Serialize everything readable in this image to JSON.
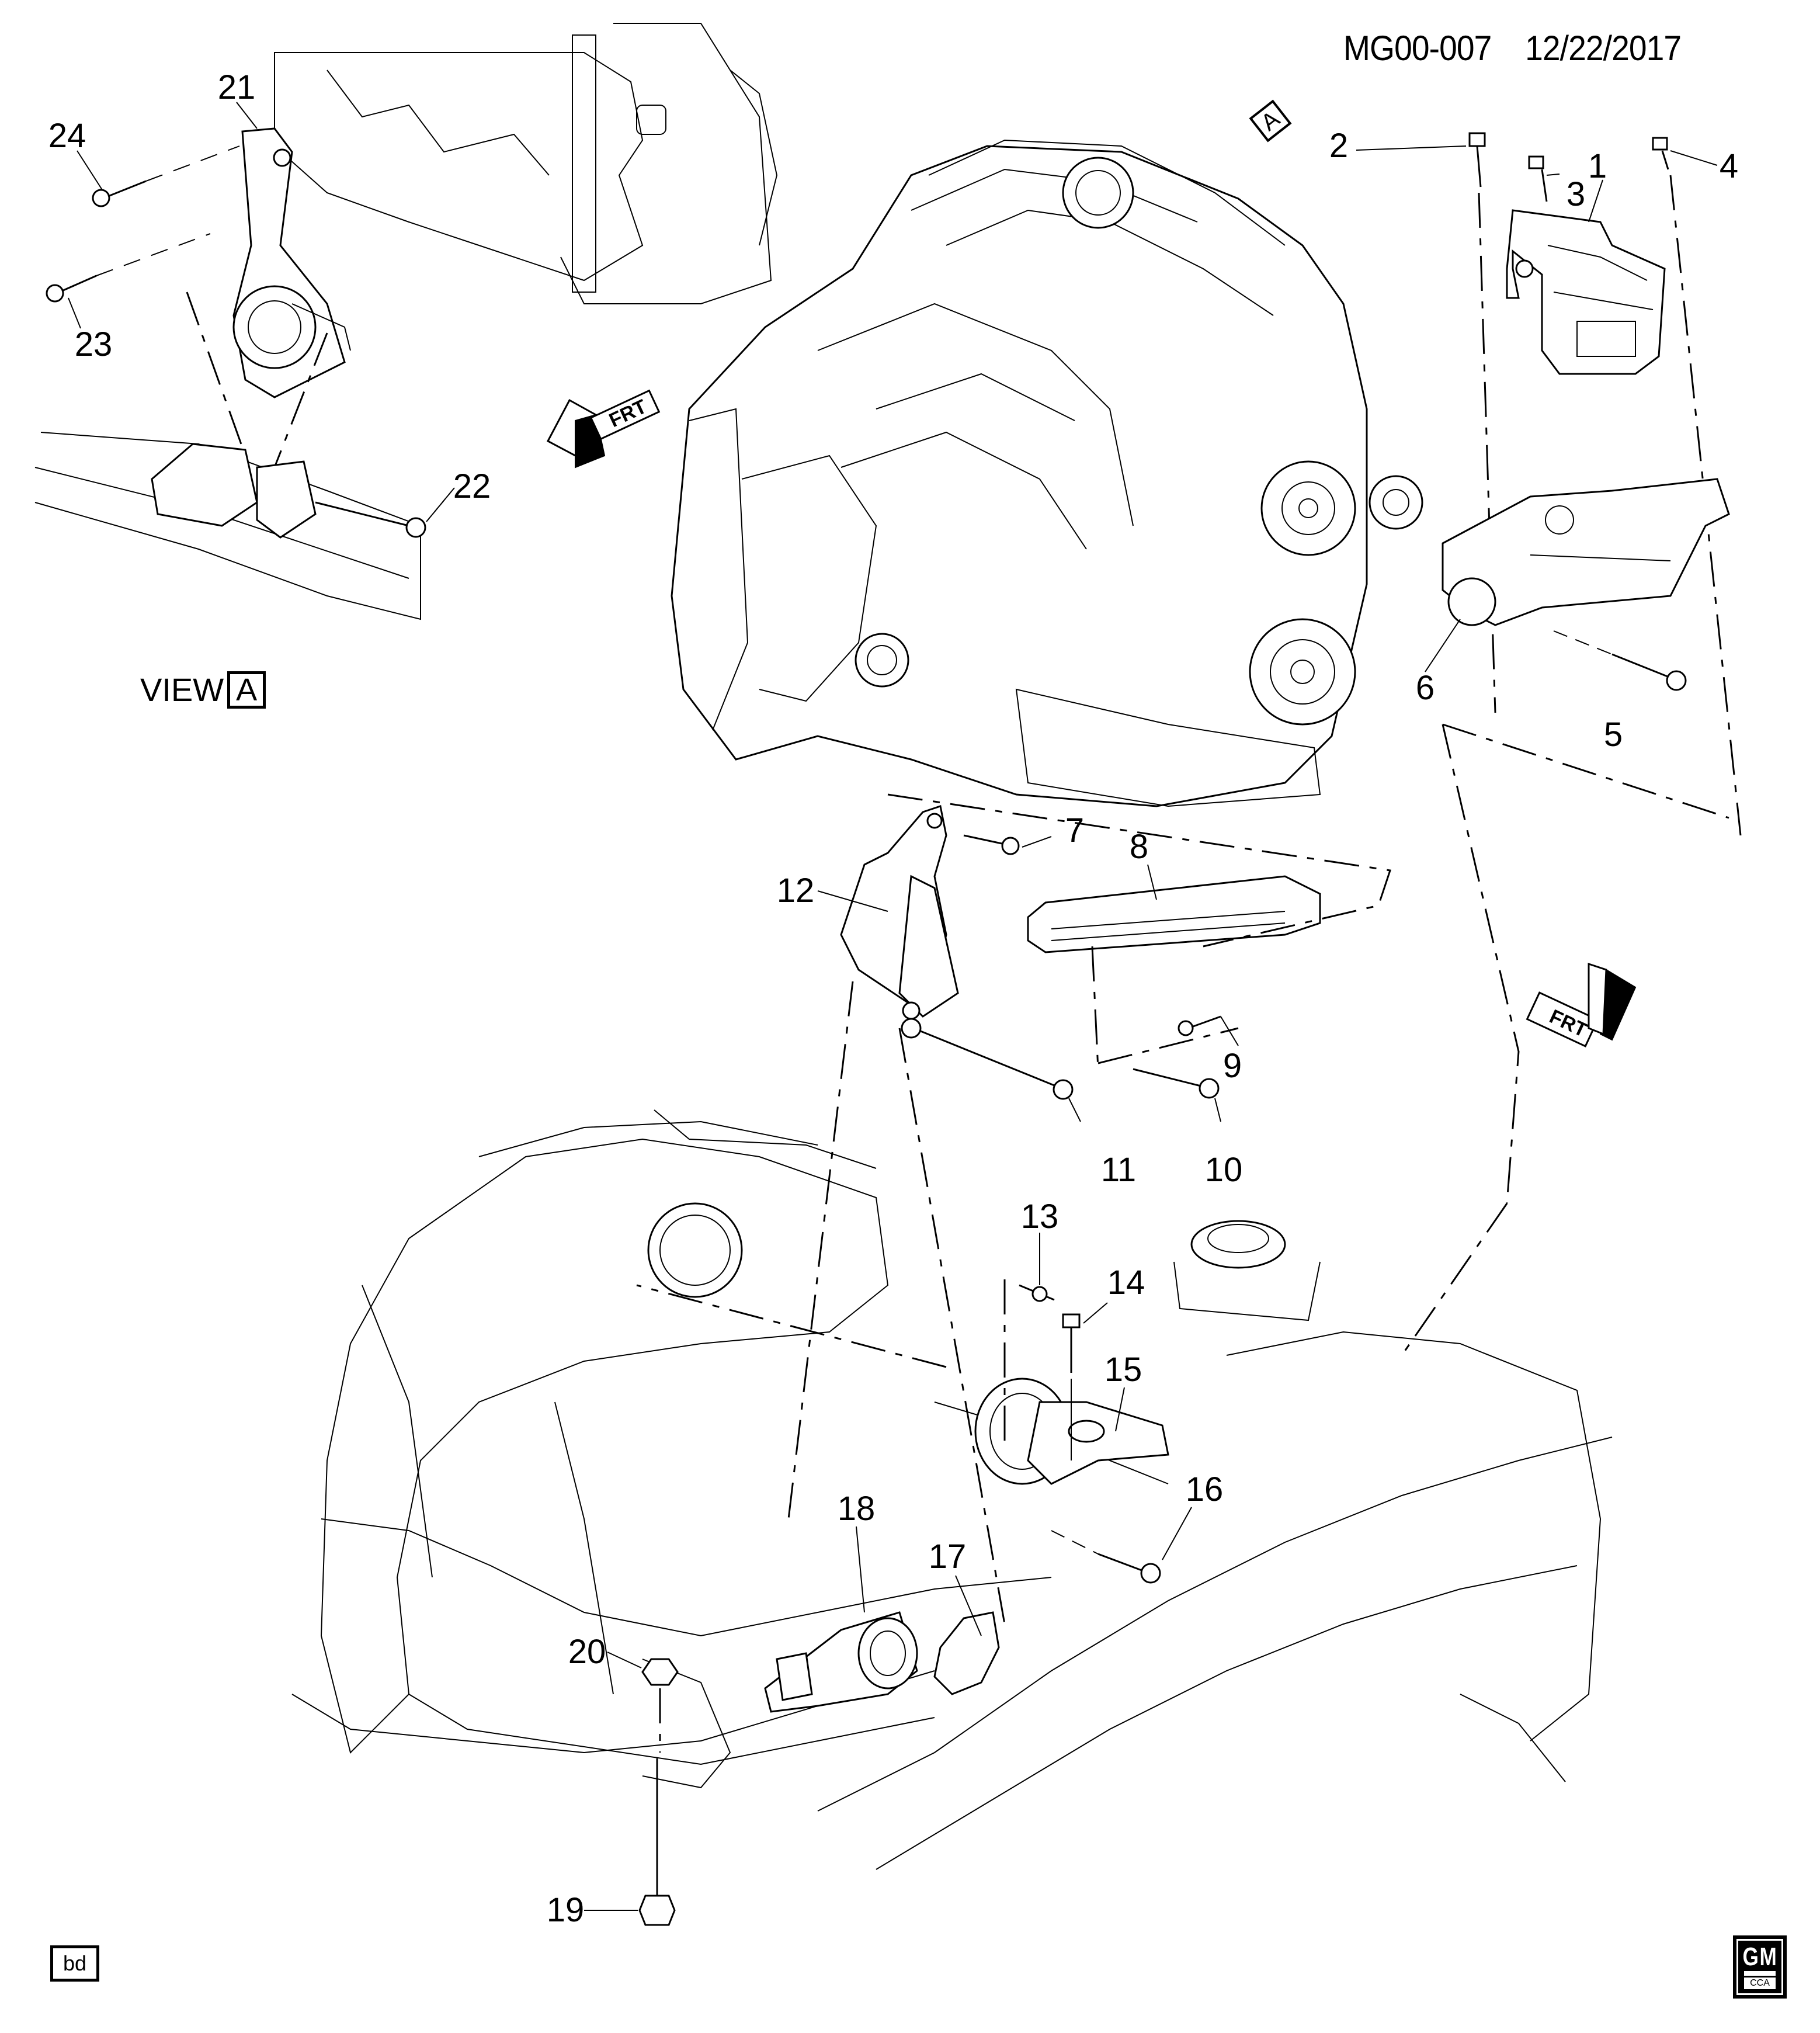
{
  "header": {
    "diagram_code": "MG00-007",
    "date": "12/22/2017"
  },
  "view_label": {
    "text": "VIEW",
    "ref": "A"
  },
  "view_arrow": {
    "ref": "A"
  },
  "front_indicators": [
    {
      "text": "FRT"
    },
    {
      "text": "FRT"
    }
  ],
  "callouts": [
    {
      "number": "1"
    },
    {
      "number": "2"
    },
    {
      "number": "3"
    },
    {
      "number": "4"
    },
    {
      "number": "5"
    },
    {
      "number": "6"
    },
    {
      "number": "7"
    },
    {
      "number": "8"
    },
    {
      "number": "9"
    },
    {
      "number": "10"
    },
    {
      "number": "11"
    },
    {
      "number": "12"
    },
    {
      "number": "13"
    },
    {
      "number": "14"
    },
    {
      "number": "15"
    },
    {
      "number": "16"
    },
    {
      "number": "17"
    },
    {
      "number": "18"
    },
    {
      "number": "19"
    },
    {
      "number": "20"
    },
    {
      "number": "21"
    },
    {
      "number": "22"
    },
    {
      "number": "23"
    },
    {
      "number": "24"
    }
  ],
  "footer": {
    "badge": "bd",
    "logo": {
      "main": "GM",
      "sub": "CCA"
    }
  },
  "colors": {
    "ink": "#000000",
    "paper": "#ffffff"
  }
}
